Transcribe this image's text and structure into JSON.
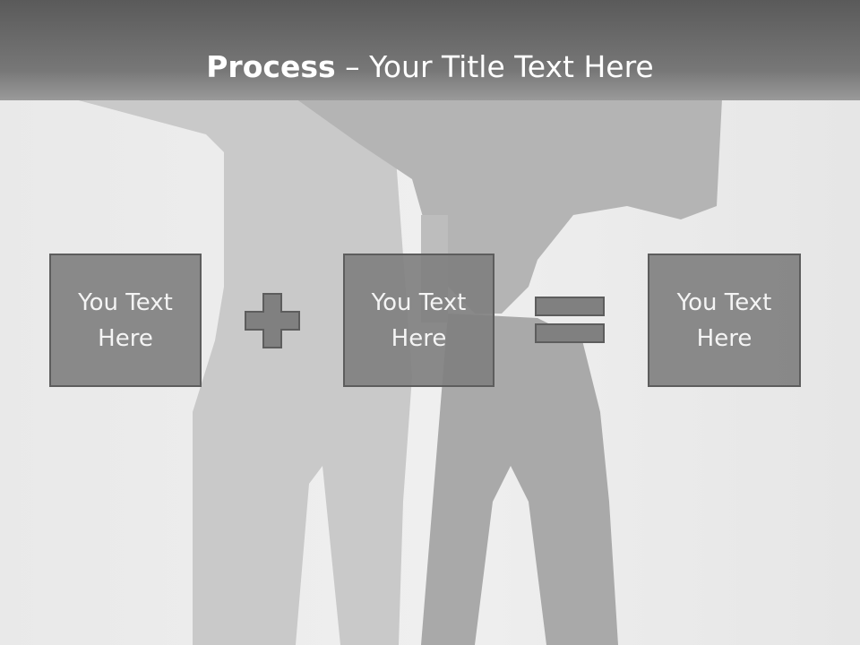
{
  "slide": {
    "title_bold": "Process",
    "title_rest": " – Your Title Text Here",
    "boxes": [
      {
        "line1": "You Text",
        "line2": "Here"
      },
      {
        "line1": "You Text",
        "line2": "Here"
      },
      {
        "line1": "You Text",
        "line2": "Here"
      }
    ]
  },
  "icons": {
    "operator_1": "plus-icon",
    "operator_2": "equals-icon"
  },
  "colors": {
    "title_bar": "#6a6a6a",
    "title_text": "#ffffff",
    "box_fill": "#808080",
    "box_border": "#5d5d5d",
    "box_text": "#f4f4f4",
    "background": "#ececec"
  }
}
